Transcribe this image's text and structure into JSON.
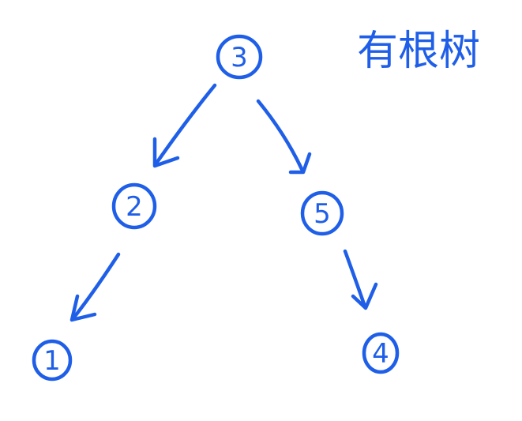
{
  "diagram": {
    "title": "有根树",
    "stroke_color": "#1f5fe8",
    "nodes": [
      {
        "id": "n3",
        "label": "3"
      },
      {
        "id": "n2",
        "label": "2"
      },
      {
        "id": "n5",
        "label": "5"
      },
      {
        "id": "n1",
        "label": "1"
      },
      {
        "id": "n4",
        "label": "4"
      }
    ],
    "edges": [
      {
        "from": "3",
        "to": "2"
      },
      {
        "from": "3",
        "to": "5"
      },
      {
        "from": "2",
        "to": "1"
      },
      {
        "from": "5",
        "to": "4"
      }
    ]
  }
}
